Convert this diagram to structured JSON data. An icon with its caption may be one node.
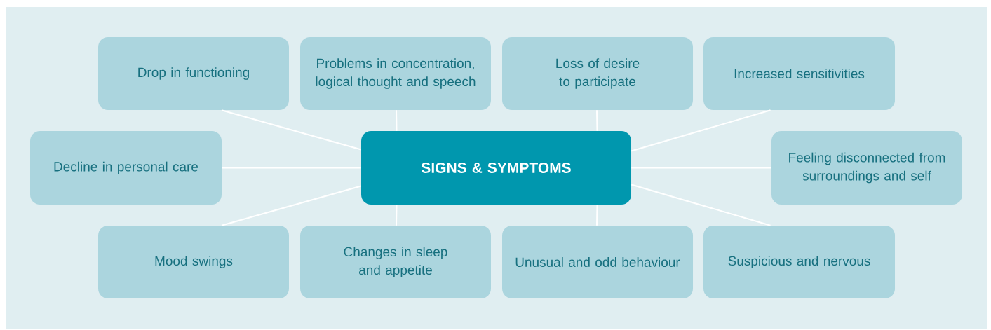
{
  "diagram": {
    "nodes": [
      {
        "text": [
          "SIGNS & SYMPTOMS"
        ]
      },
      {
        "text": [
          "Drop in functioning"
        ]
      },
      {
        "text": [
          "Problems in concentration, logical thought and speech"
        ]
      },
      {
        "text": [
          "Loss of desire to participate"
        ]
      },
      {
        "text": [
          "Increased sensitivities"
        ]
      },
      {
        "text": [
          "Decline in personal care"
        ]
      },
      {
        "text": [
          "Feeling disconnected from surroundings and self"
        ]
      },
      {
        "text": [
          "Mood swings"
        ]
      },
      {
        "text": [
          "Changes in sleep and appetite"
        ]
      },
      {
        "text": [
          "Unusual and odd behaviour"
        ]
      },
      {
        "text": [
          "Suspicious and nervous"
        ]
      }
    ],
    "edges": [
      {
        "from": 0,
        "to": 1,
        "arrow": "none"
      },
      {
        "from": 0,
        "to": 2,
        "arrow": "none"
      },
      {
        "from": 0,
        "to": 3,
        "arrow": "none"
      },
      {
        "from": 0,
        "to": 4,
        "arrow": "none"
      },
      {
        "from": 0,
        "to": 5,
        "arrow": "none"
      },
      {
        "from": 0,
        "to": 6,
        "arrow": "none"
      },
      {
        "from": 0,
        "to": 7,
        "arrow": "none"
      },
      {
        "from": 0,
        "to": 8,
        "arrow": "none"
      },
      {
        "from": 0,
        "to": 9,
        "arrow": "none"
      },
      {
        "from": 0,
        "to": 10,
        "arrow": "none"
      }
    ]
  }
}
